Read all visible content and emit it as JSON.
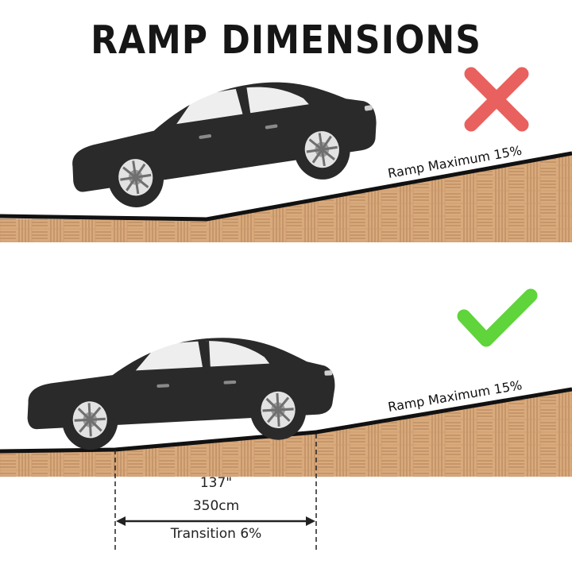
{
  "title": "RAMP DIMENSIONS",
  "bad_example": {
    "ramp_label": "Ramp Maximum 15%",
    "status_icon": "cross-icon",
    "status_color": "#e8615e"
  },
  "good_example": {
    "ramp_label": "Ramp Maximum 15%",
    "status_icon": "check-icon",
    "status_color": "#5fd43b",
    "transition_length_in": "137\"",
    "transition_length_cm": "350cm",
    "transition_label": "Transition 6%"
  },
  "colors": {
    "car": "#2a2a2a",
    "ground": "#d4a373",
    "ground_lines": "#b98659",
    "road": "#111111"
  }
}
